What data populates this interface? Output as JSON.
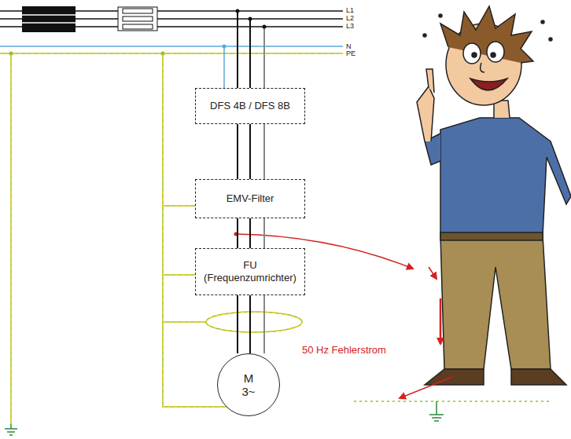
{
  "diagram": {
    "nodes": [
      {
        "text": [
          "DFS 4B / DFS 8B"
        ]
      },
      {
        "text": [
          "EMV-Filter"
        ]
      },
      {
        "text": [
          "FU (Frequenzumrichter)"
        ]
      },
      {
        "text": [
          "M",
          "3~"
        ]
      }
    ],
    "edges": [
      {
        "from": 0,
        "to": 1,
        "arrow": "none"
      },
      {
        "from": 1,
        "to": 2,
        "arrow": "none"
      },
      {
        "from": 2,
        "to": 3,
        "arrow": "none"
      }
    ],
    "labels": [
      "L1",
      "L2",
      "L3",
      "N",
      "PE",
      "50 Hz Fehlerstrom"
    ]
  }
}
